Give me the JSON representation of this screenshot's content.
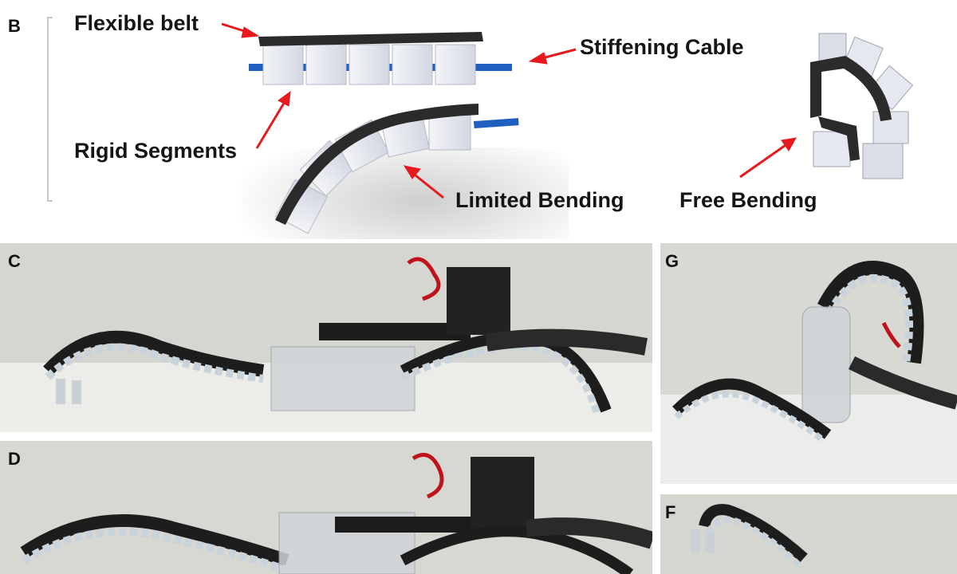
{
  "figure": {
    "panels": {
      "b": "B",
      "c": "C",
      "d": "D",
      "g": "G",
      "f": "F"
    },
    "labels": {
      "flexible_belt": "Flexible belt",
      "stiffening_cable": "Stiffening Cable",
      "rigid_segments": "Rigid Segments",
      "limited_bending": "Limited Bending",
      "free_bending": "Free Bending"
    },
    "colors": {
      "arrow": "#e8191e",
      "belt": "#2b2b2b",
      "segment": "#e3e6ef",
      "cable": "#1f5fbf",
      "photo_background": "#dcdcd6"
    }
  }
}
